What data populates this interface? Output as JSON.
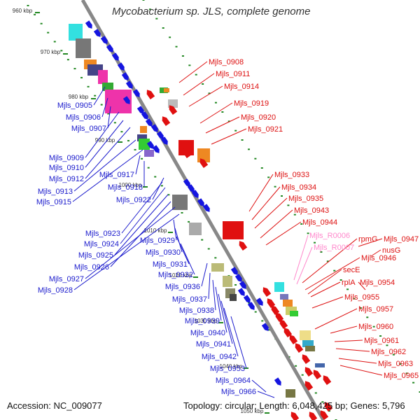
{
  "title": "Mycobacterium sp. JLS, complete genome",
  "footer": {
    "accession": "Accession: NC_009077",
    "topology": "Topology: circular; Length: 6,048,425 bp; Genes: 5,796"
  },
  "colors": {
    "backbone": "#888888",
    "left_label": "#1a1acc",
    "right_label": "#dd1111",
    "rna_label": "#ff88cc",
    "tick_dot": "#228822",
    "plus_gene": "#1515e0",
    "minus_gene": "#e01010"
  },
  "scale_labels": [
    "960 kbp",
    "970 kbp",
    "980 kbp",
    "990 kbp",
    "1000 kbp",
    "1010 kbp",
    "1020 kbp",
    "1030 kbp",
    "1040 kbp",
    "1050 kbp"
  ],
  "left_labels": [
    "Mjls_0905",
    "Mjls_0906",
    "Mjls_0907",
    "Mjls_0909",
    "Mjls_0910",
    "Mjls_0912",
    "Mjls_0913",
    "Mjls_0915",
    "Mjls_0917",
    "Mjls_0918",
    "Mjls_0922",
    "Mjls_0923",
    "Mjls_0924",
    "Mjls_0925",
    "Mjls_0926",
    "Mjls_0927",
    "Mjls_0928",
    "Mjls_0929",
    "Mjls_0930",
    "Mjls_0931",
    "Mjls_0932",
    "Mjls_0936",
    "Mjls_0937",
    "Mjls_0938",
    "Mjls_0939",
    "Mjls_0940",
    "Mjls_0941",
    "Mjls_0942",
    "Mjls_0953",
    "Mjls_0964",
    "Mjls_0966"
  ],
  "right_labels": [
    "Mjls_0908",
    "Mjls_0911",
    "Mjls_0914",
    "Mjls_0919",
    "Mjls_0920",
    "Mjls_0921",
    "Mjls_0933",
    "Mjls_0934",
    "Mjls_0935",
    "Mjls_0943",
    "Mjls_0944",
    "Mjls_R0006",
    "Mjls_R0007",
    "rpmG",
    "Mjls_0947",
    "nusG",
    "Mjls_0946",
    "secE",
    "rplA",
    "Mjls_0954",
    "Mjls_0955",
    "Mjls_0957",
    "Mjls_0960",
    "Mjls_0961",
    "Mjls_0962",
    "Mjls_0963",
    "Mjls_0965"
  ]
}
